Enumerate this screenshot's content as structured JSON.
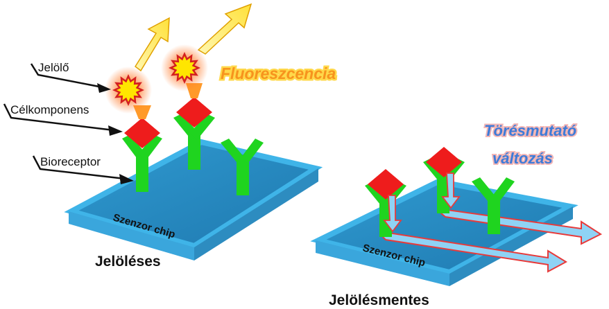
{
  "labels": {
    "marker": "Jelölő",
    "target": "Célkomponens",
    "bioreceptor": "Bioreceptor",
    "fluorescence": "Fluoreszcencia",
    "refractive_line1": "Törésmutató",
    "refractive_line2": "változás",
    "chip_left": "Szenzor chip",
    "chip_right": "Szenzor chip",
    "caption_labeled": "Jelöléses",
    "caption_label_free": "Jelölésmentes"
  },
  "colors": {
    "chip_top": "#2a8fc4",
    "chip_edge": "#3fb4e8",
    "receptor": "#1fd41f",
    "analyte": "#ee1c1c",
    "marker_fill": "#ffe600",
    "marker_glow": "#ff6a00",
    "light_arrow": "#ffe94a",
    "wave_arrow": "#8fd3f5",
    "wave_outline": "#e83a3a"
  }
}
